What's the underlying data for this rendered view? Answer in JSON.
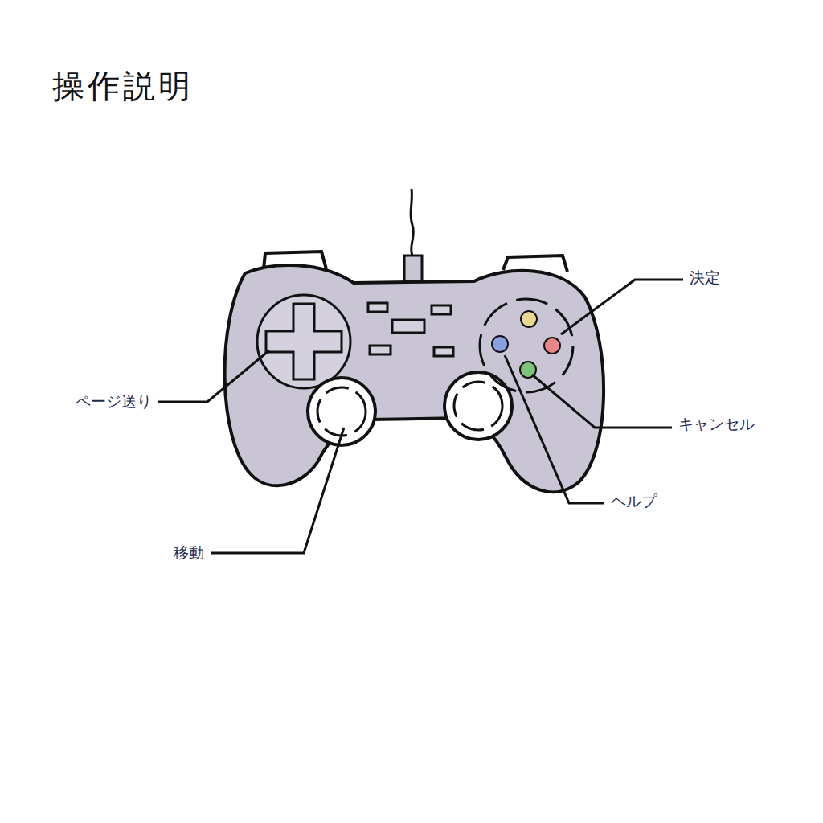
{
  "diagram": {
    "title": "操作説明",
    "labels": [
      "決定",
      "キャンセル",
      "ヘルプ",
      "ページ送り",
      "移動"
    ]
  }
}
